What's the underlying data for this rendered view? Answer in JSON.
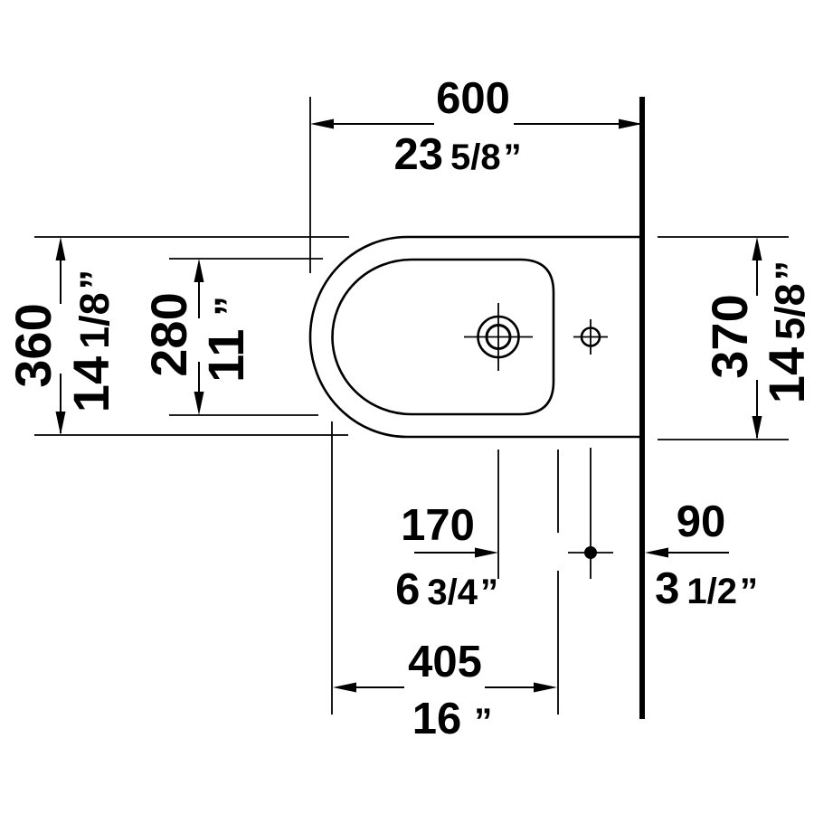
{
  "meta": {
    "drawing_type": "sanitary-ware dimension drawing",
    "view": "bidet plan view against wall",
    "background_color": "#ffffff",
    "line_color": "#000000"
  },
  "dimensions": {
    "overall_width": {
      "mm": "600",
      "inch_whole": "23",
      "inch_frac": "5/8",
      "inch_mark": "”"
    },
    "front_depth": {
      "mm": "360",
      "inch_whole": "14",
      "inch_frac": "1/8",
      "inch_mark": "”"
    },
    "basin_width": {
      "mm": "280",
      "inch_whole": "11",
      "inch_frac": "",
      "inch_mark": "”"
    },
    "rear_depth": {
      "mm": "370",
      "inch_whole": "14",
      "inch_frac": "5/8",
      "inch_mark": "”"
    },
    "faucet_to_outlet": {
      "mm": "170",
      "inch_whole": "6",
      "inch_frac": "3/4",
      "inch_mark": "”"
    },
    "outlet_to_wall": {
      "mm": "90",
      "inch_whole": "3",
      "inch_frac": "1/2",
      "inch_mark": "”"
    },
    "basin_length": {
      "mm": "405",
      "inch_whole": "16",
      "inch_frac": "",
      "inch_mark": "”"
    }
  }
}
